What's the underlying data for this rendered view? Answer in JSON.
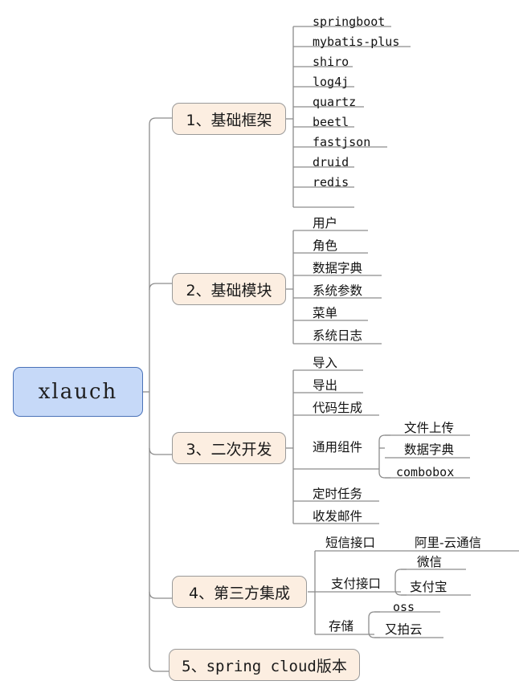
{
  "diagram": {
    "kind": "mindmap",
    "title": "xlauch",
    "colors": {
      "root_fill": "#c6d9f8",
      "root_border": "#4a72b8",
      "branch_fill": "#fceee1",
      "branch_border": "#9a9a9a",
      "line": "#8c8c8c",
      "text": "#1a1a1a",
      "background": "#ffffff"
    }
  },
  "root": {
    "label": "xlauch"
  },
  "branches": [
    {
      "label": "1、基础框架",
      "children": [
        {
          "label": "springboot"
        },
        {
          "label": "mybatis-plus"
        },
        {
          "label": "shiro"
        },
        {
          "label": "log4j"
        },
        {
          "label": "quartz"
        },
        {
          "label": "beetl"
        },
        {
          "label": "fastjson"
        },
        {
          "label": "druid"
        },
        {
          "label": "redis"
        }
      ]
    },
    {
      "label": "2、基础模块",
      "children": [
        {
          "label": "用户"
        },
        {
          "label": "角色"
        },
        {
          "label": "数据字典"
        },
        {
          "label": "系统参数"
        },
        {
          "label": "菜单"
        },
        {
          "label": "系统日志"
        }
      ]
    },
    {
      "label": "3、二次开发",
      "children": [
        {
          "label": "导入"
        },
        {
          "label": "导出"
        },
        {
          "label": "代码生成"
        },
        {
          "label": "通用组件",
          "children": [
            {
              "label": "文件上传"
            },
            {
              "label": "数据字典"
            },
            {
              "label": "combobox"
            }
          ]
        },
        {
          "label": "定时任务"
        },
        {
          "label": "收发邮件"
        }
      ]
    },
    {
      "label": "4、第三方集成",
      "children": [
        {
          "label": "短信接口",
          "children": [
            {
              "label": "阿里-云通信"
            }
          ]
        },
        {
          "label": "支付接口",
          "children": [
            {
              "label": "微信"
            },
            {
              "label": "支付宝"
            }
          ]
        },
        {
          "label": "存储",
          "children": [
            {
              "label": "oss"
            },
            {
              "label": "又拍云"
            }
          ]
        }
      ]
    },
    {
      "label": "5、spring cloud版本",
      "children": []
    }
  ]
}
